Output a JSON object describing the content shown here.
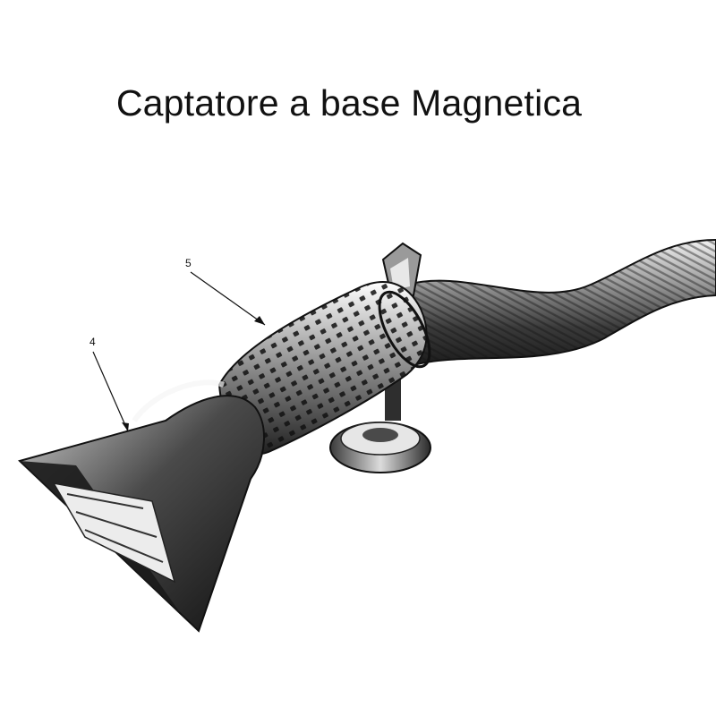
{
  "title": "Captatore a base Magnetica",
  "callouts": [
    {
      "label": "4",
      "target": "hood"
    },
    {
      "label": "5",
      "target": "grip-sleeve"
    }
  ],
  "colors": {
    "ink": "#111111",
    "metal_dark": "#2a2a2a",
    "metal_mid": "#6e6e6e",
    "metal_light": "#d8d8d8",
    "background": "#ffffff"
  }
}
